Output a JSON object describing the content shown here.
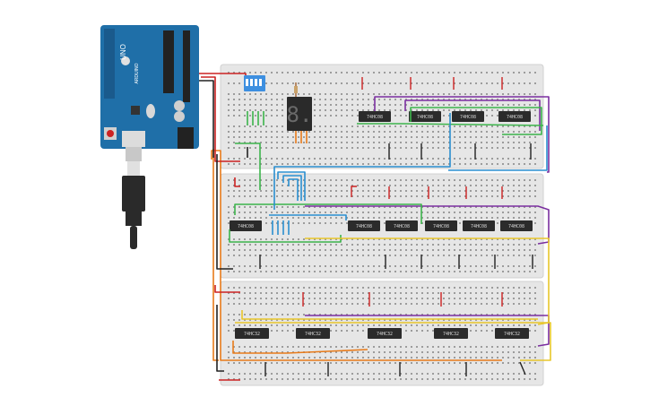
{
  "arduino": {
    "logo_text": "UNO",
    "brand_text": "ARDUINO",
    "color": "#1f6fa8"
  },
  "chips": {
    "row1": [
      "74HC08",
      "74HC08",
      "74HC08",
      "74HC08"
    ],
    "row2": [
      "74HC08",
      "74HC08",
      "74HC08",
      "74HC08",
      "74HC08",
      "74HC08"
    ],
    "row3": [
      "74HC32",
      "74HC32",
      "74HC32",
      "74HC32",
      "74HC32"
    ]
  },
  "display": {
    "digit": "8."
  },
  "colors": {
    "breadboard": "#e6e6e6",
    "rail_red": "#cc2222",
    "rail_black": "#222222",
    "wire_green": "#3cb44b",
    "wire_blue": "#2a8fd0",
    "wire_purple": "#7b2fa0",
    "wire_yellow": "#e8c62a",
    "wire_orange": "#e87b1a",
    "dip_switch": "#3d8fe0"
  }
}
